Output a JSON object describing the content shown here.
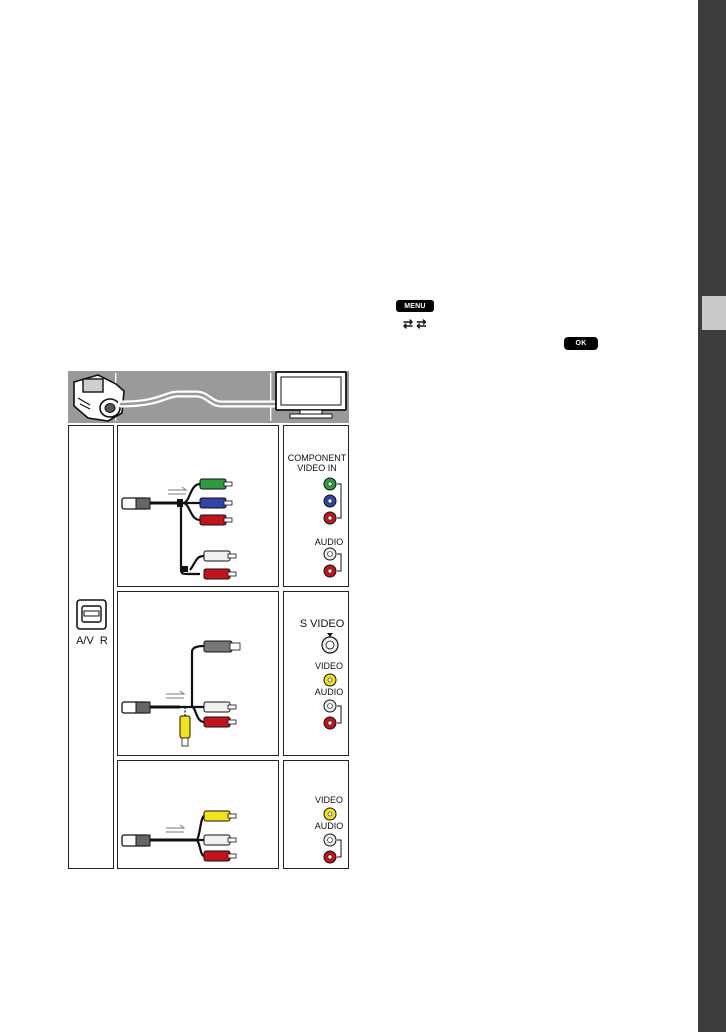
{
  "steps": {
    "menu_button_label": "MENU",
    "swap_icons": "⇄ ⇄",
    "ok_button_label": "OK"
  },
  "diagram": {
    "jack": {
      "label": "A/V  R"
    },
    "component": {
      "tv_input_label": "COMPONENT\nVIDEO IN",
      "audio_label": "AUDIO"
    },
    "svideo": {
      "svideo_label": "S VIDEO",
      "video_label": "VIDEO",
      "audio_label": "AUDIO"
    },
    "composite": {
      "video_label": "VIDEO",
      "audio_label": "AUDIO"
    }
  },
  "colors": {
    "green": "#2e9b3f",
    "blue": "#2f45a8",
    "red": "#c3141e",
    "white": "#f1f1f1",
    "yellow": "#f2e21a",
    "sidebar": "#3d3d3d",
    "tab": "#c9c9c9"
  },
  "icons": [
    "camcorder-icon",
    "tv-icon",
    "av-remote-jack-icon",
    "menu-button-icon",
    "swap-icon",
    "ok-button-icon"
  ]
}
